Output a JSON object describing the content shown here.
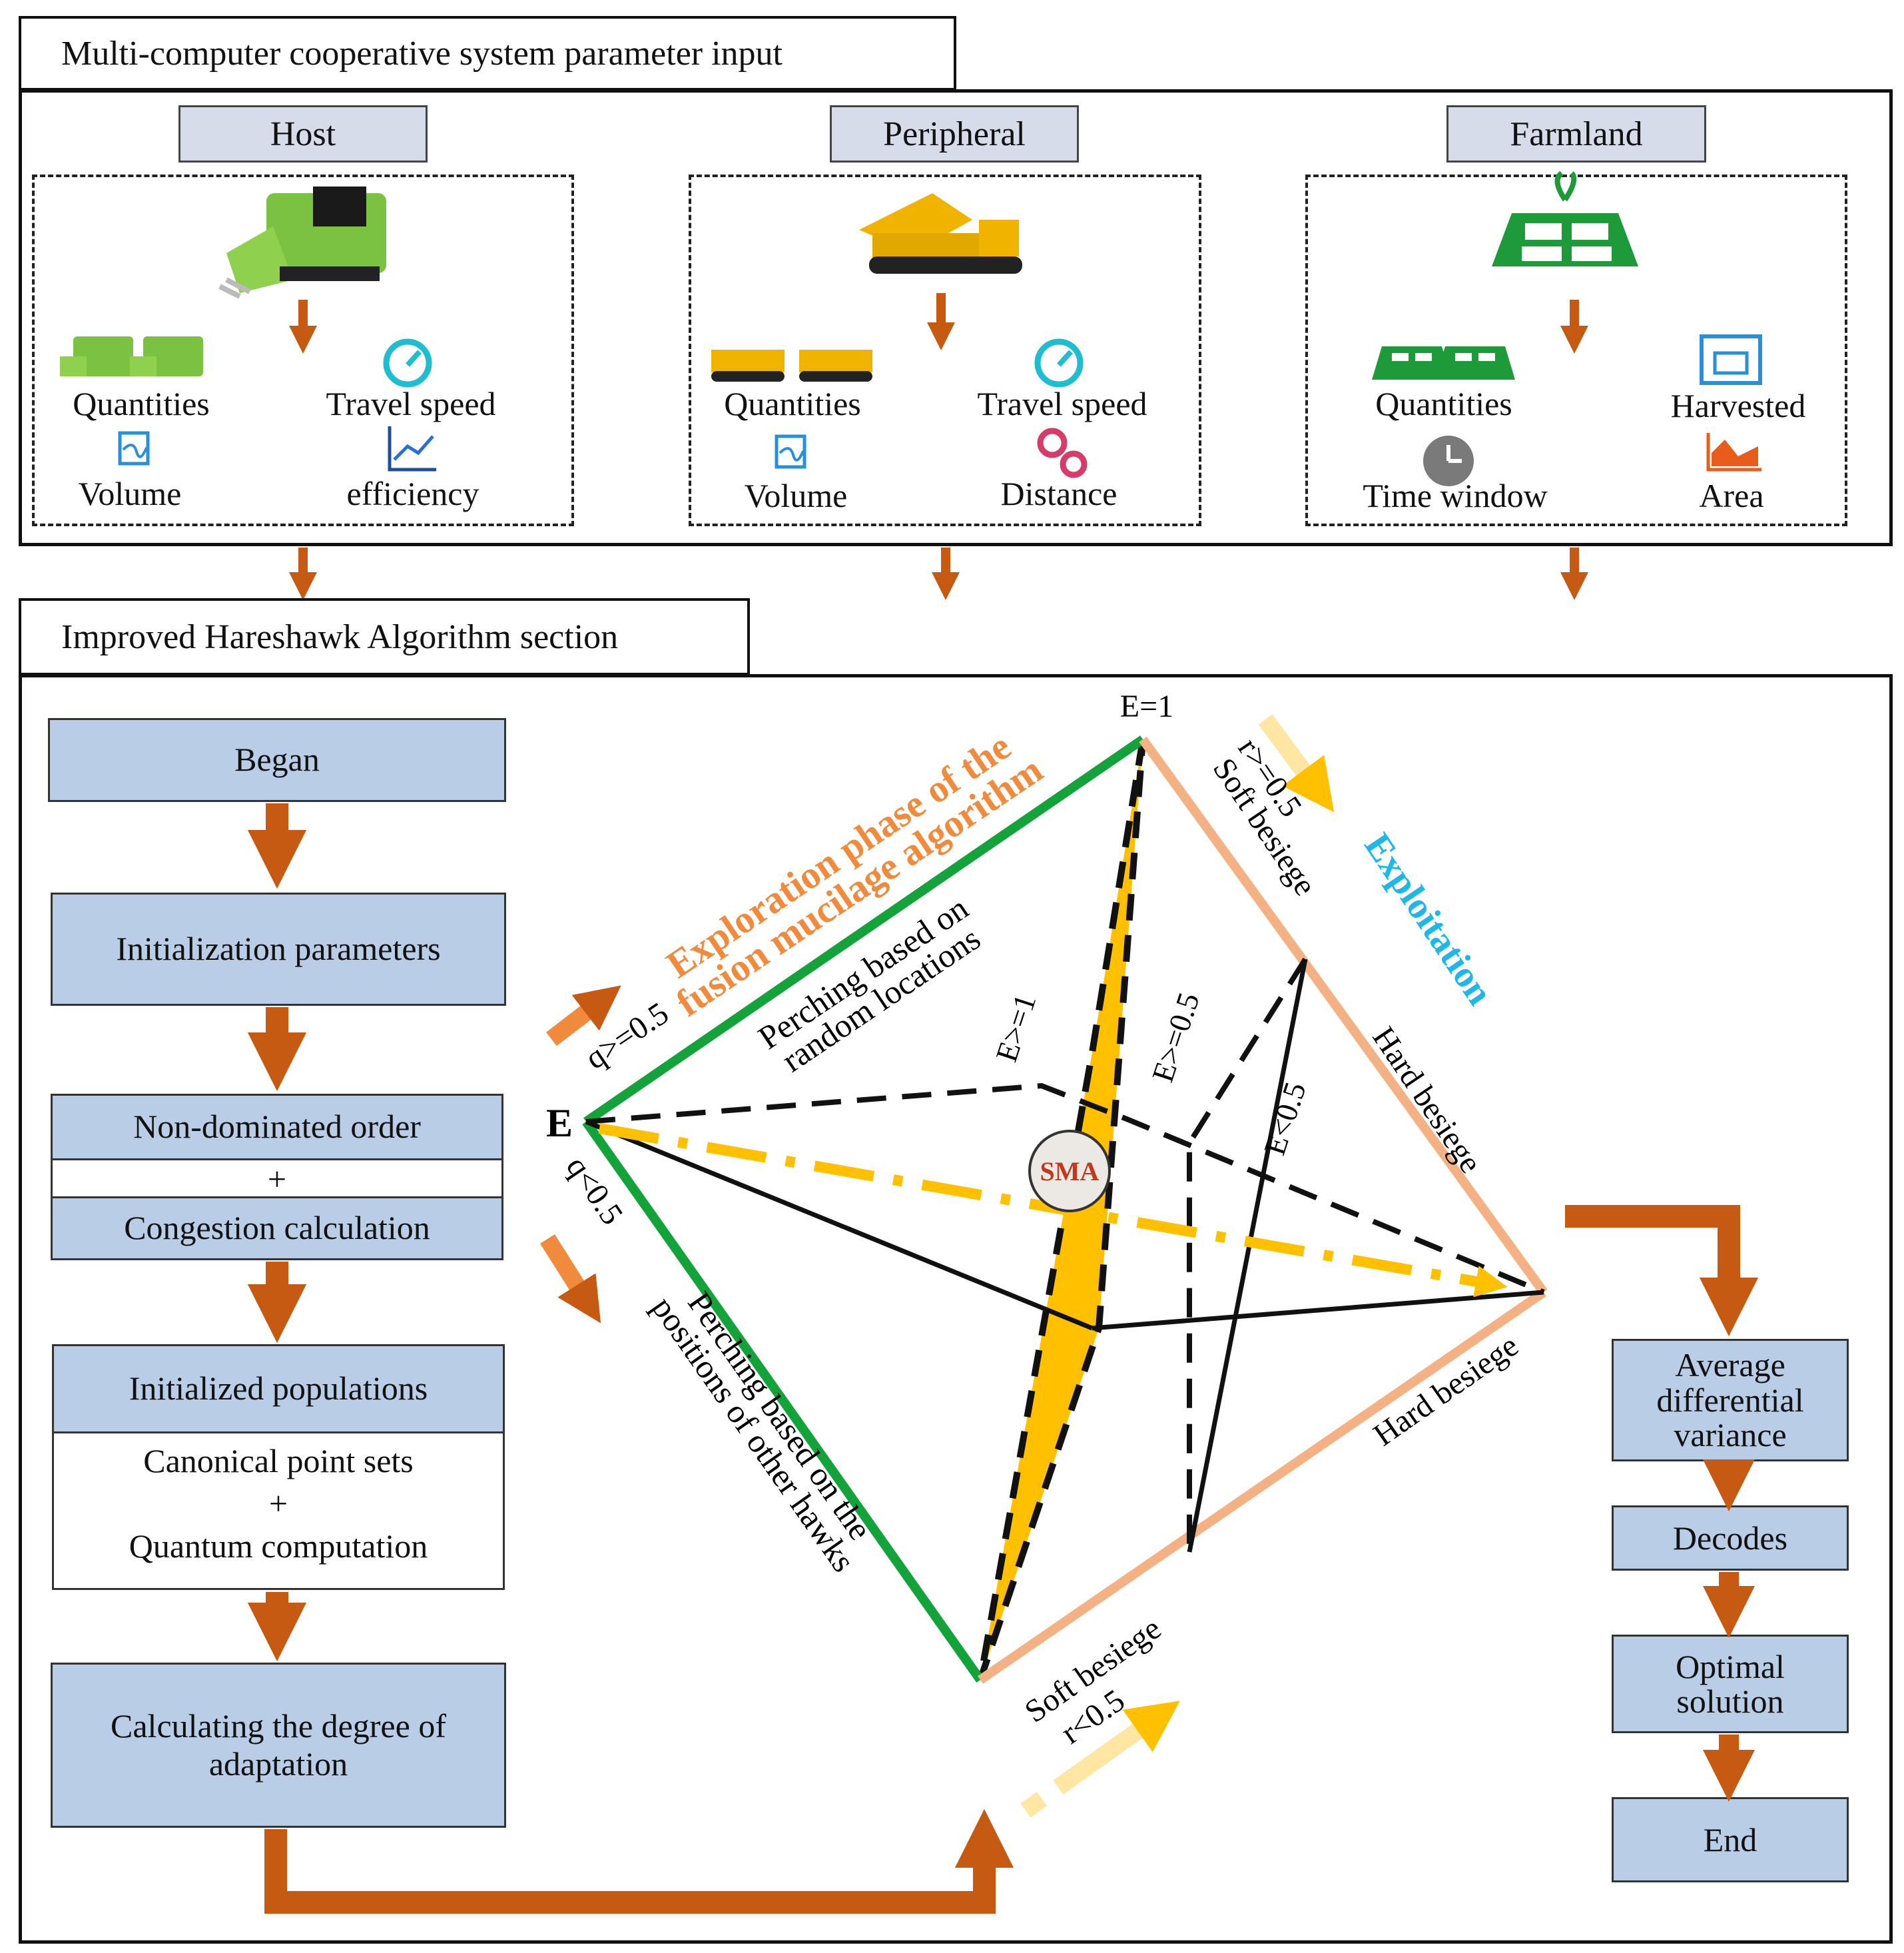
{
  "top_section": {
    "title": "Multi-computer cooperative system parameter input",
    "host": {
      "header": "Host",
      "quantities": "Quantities",
      "travel_speed": "Travel speed",
      "volume": "Volume",
      "efficiency": "efficiency"
    },
    "peripheral": {
      "header": "Peripheral",
      "quantities": "Quantities",
      "travel_speed": "Travel speed",
      "volume": "Volume",
      "distance": "Distance"
    },
    "farmland": {
      "header": "Farmland",
      "quantities": "Quantities",
      "harvested": "Harvested",
      "time_window": "Time window",
      "area": "Area"
    }
  },
  "algo_section": {
    "title": "Improved Hareshawk Algorithm section",
    "flow": {
      "began": "Began",
      "init_params": "Initialization parameters",
      "non_dominated": "Non-dominated order",
      "plus1": "+",
      "congestion": "Congestion calculation",
      "init_pop": "Initialized populations",
      "canonical": "Canonical point sets",
      "plus2": "+",
      "quantum": "Quantum computation",
      "adaptation": "Calculating the degree of adaptation"
    },
    "right_flow": {
      "avg_var": "Average differential variance",
      "decodes": "Decodes",
      "optimal": "Optimal solution",
      "end": "End"
    },
    "diagram": {
      "e_label": "E",
      "e1_label": "E=1",
      "exploration_1": "Exploration phase of the",
      "exploration_2": "fusion mucilage algorithm",
      "exploitation": "Exploitation",
      "perch_random_1": "Perching based on",
      "perch_random_2": "random locations",
      "perch_hawks_1": "Perching based on the",
      "perch_hawks_2": "positions of other hawks",
      "q_ge": "q>=0.5",
      "q_lt": "q<0.5",
      "r_ge": "r>=0.5",
      "r_lt": "r<0.5",
      "soft_besiege": "Soft besiege",
      "hard_besiege": "Hard besiege",
      "e_ge_1": "E>=1",
      "e_ge_05": "E>=0.5",
      "e_lt_05": "E<0.5",
      "sma": "SMA"
    }
  },
  "colors": {
    "arrow": "#c65a12",
    "box_fill": "#b9cde6",
    "header_fill": "#d6dcea",
    "green": "#13a33a",
    "peach": "#f4b183",
    "yellow": "#ffc000",
    "orange_text": "#f08a3c",
    "cyan_text": "#1fb6e8",
    "icon_green": "#1f9a3a",
    "icon_blue": "#2a8fd6"
  }
}
